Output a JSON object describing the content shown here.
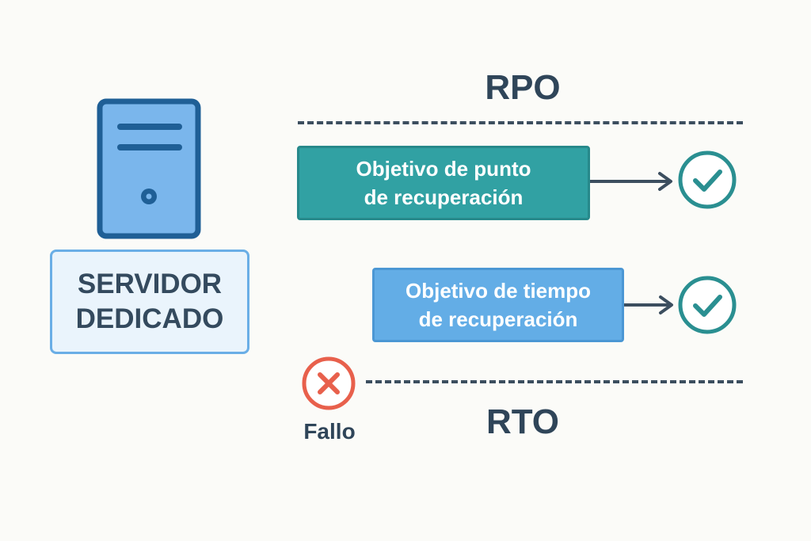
{
  "server": {
    "icon": "server-icon",
    "label_line1": "SERVIDOR",
    "label_line2": "DEDICADO"
  },
  "rpo": {
    "heading": "RPO",
    "box_line1": "Objetivo de punto",
    "box_line2": "de recuperación",
    "status_icon": "check-circle-icon"
  },
  "rto": {
    "heading": "RTO",
    "box_line1": "Objetivo de tiempo",
    "box_line2": "de recuperación",
    "status_icon": "check-circle-icon"
  },
  "failure": {
    "icon": "x-circle-icon",
    "label": "Fallo"
  },
  "colors": {
    "teal": "#31a1a3",
    "blue": "#63ade6",
    "dark": "#2f4559",
    "fail_red": "#e8604c",
    "background": "#fbfbf8"
  }
}
